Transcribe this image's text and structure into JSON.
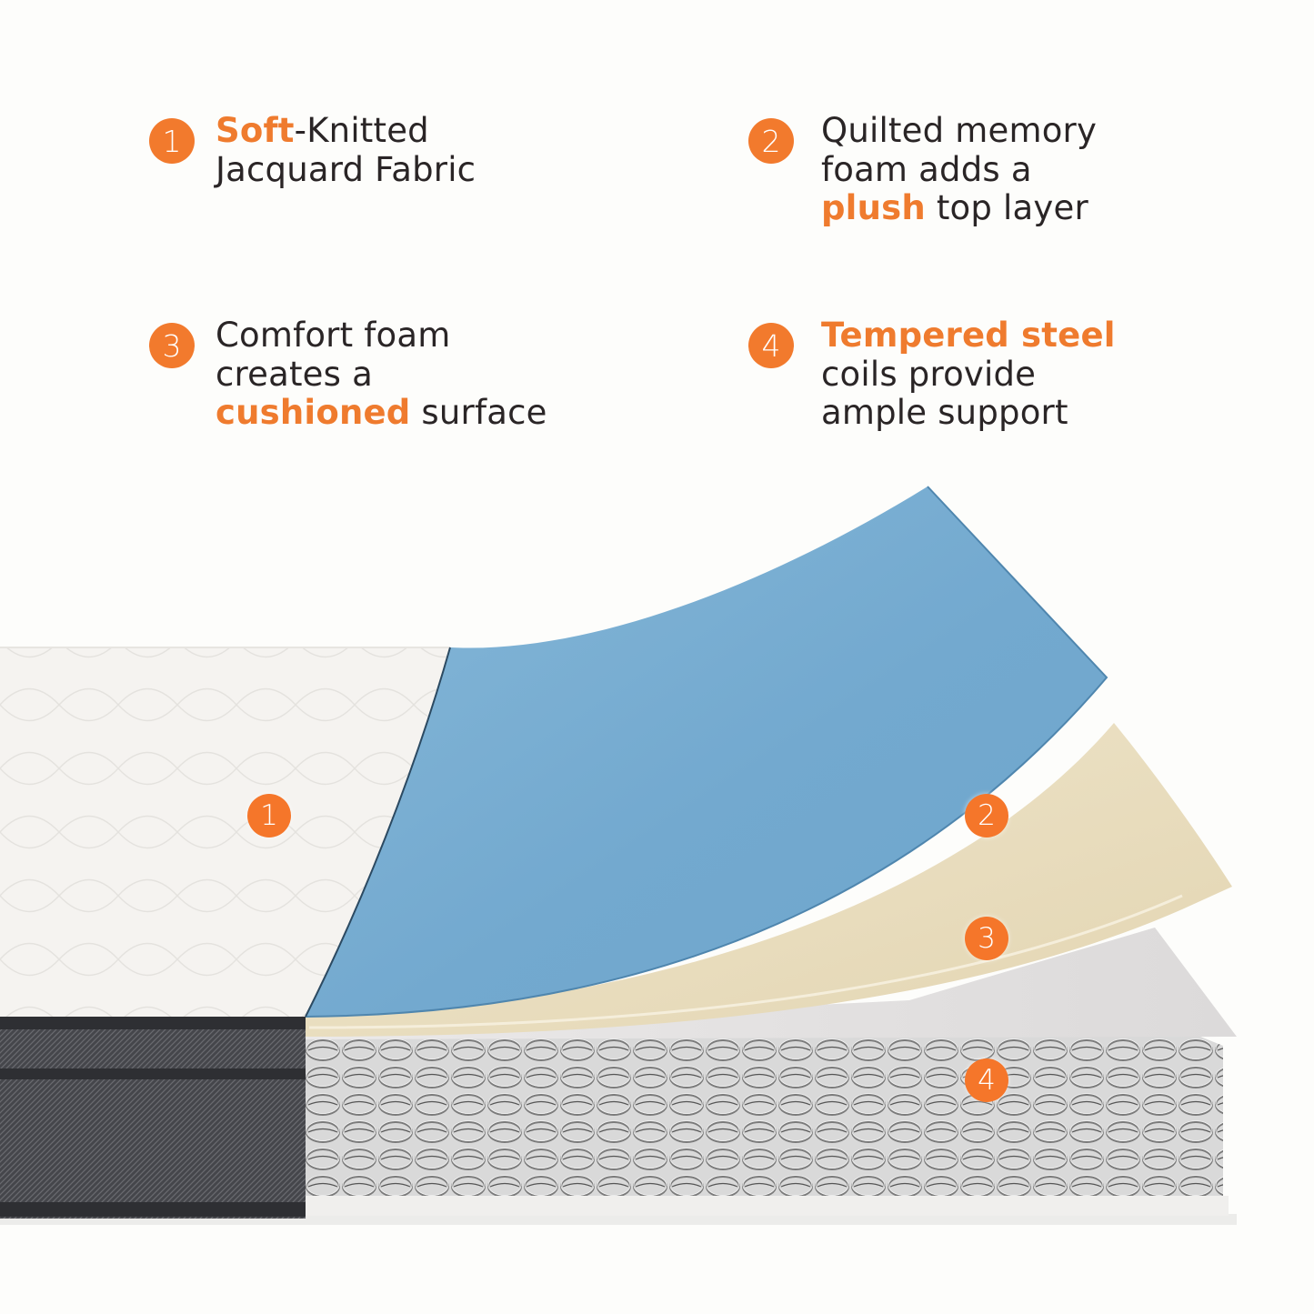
{
  "colors": {
    "background": "#fdfdfb",
    "accent_orange": "#f27a2d",
    "text_dark": "#2a2526",
    "memory_foam_blue": "#7fb2d4",
    "comfort_foam_cream": "#e8ddc0",
    "fabric_white": "#f5f3f0",
    "side_panel_dark": "#3f3f44",
    "coil_steel": "#9a9a9a"
  },
  "callouts": [
    {
      "number": "1",
      "lines": [
        {
          "highlight": "Soft",
          "rest": "-Knitted"
        },
        {
          "highlight": "",
          "rest": "Jacquard Fabric"
        }
      ]
    },
    {
      "number": "2",
      "lines": [
        {
          "highlight": "",
          "rest": "Quilted memory"
        },
        {
          "highlight": "",
          "rest": "foam adds a"
        },
        {
          "highlight": "plush",
          "rest": " top layer"
        }
      ]
    },
    {
      "number": "3",
      "lines": [
        {
          "highlight": "",
          "rest": "Comfort foam"
        },
        {
          "highlight": "",
          "rest": "creates a"
        },
        {
          "highlight": "cushioned",
          "rest": " surface"
        }
      ]
    },
    {
      "number": "4",
      "lines": [
        {
          "highlight": "Tempered steel",
          "rest": ""
        },
        {
          "highlight": "",
          "rest": "coils provide"
        },
        {
          "highlight": "",
          "rest": "ample support"
        }
      ]
    }
  ],
  "diagram": {
    "layers": [
      {
        "id": "1",
        "name": "Soft-knitted jacquard fabric cover"
      },
      {
        "id": "2",
        "name": "Quilted memory foam (blue)"
      },
      {
        "id": "3",
        "name": "Comfort foam (cream)"
      },
      {
        "id": "4",
        "name": "Tempered steel coils"
      }
    ],
    "markers": [
      "1",
      "2",
      "3",
      "4"
    ]
  }
}
